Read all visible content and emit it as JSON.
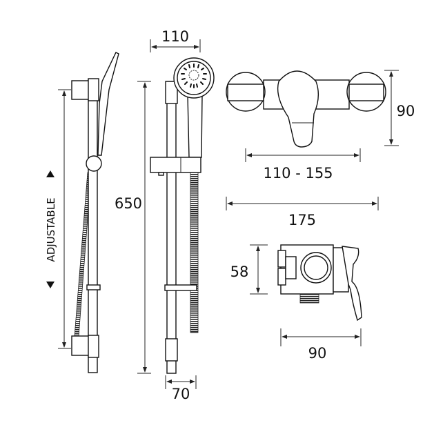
{
  "diagram": {
    "dimensions": {
      "head_width": "110",
      "rail_length": "650",
      "rail_depth": "70",
      "valve_depth": "90",
      "centres_range": "110 - 155",
      "valve_width": "175",
      "valve_height": "58",
      "valve_projection": "90"
    },
    "adjustable_label": "ADJUSTABLE"
  }
}
